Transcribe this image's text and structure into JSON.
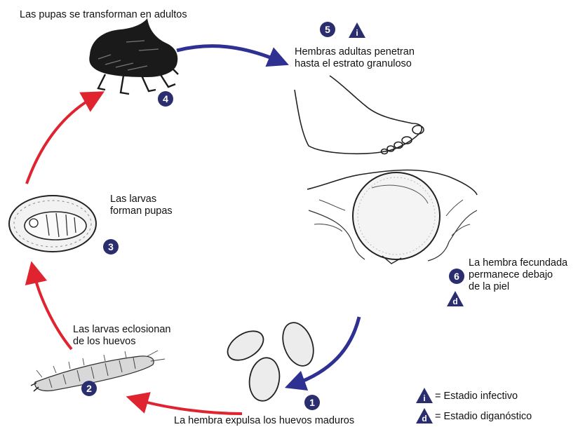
{
  "colors": {
    "badge": "#2b2e6e",
    "arrow_red": "#e0242f",
    "arrow_blue": "#2e3192"
  },
  "stages": {
    "s1": {
      "num": "1",
      "text": "La hembra expulsa los huevos maduros"
    },
    "s2": {
      "num": "2",
      "lines": [
        "Las larvas eclosionan",
        "de los huevos"
      ]
    },
    "s3": {
      "num": "3",
      "lines": [
        "Las larvas",
        "forman pupas"
      ]
    },
    "s4": {
      "num": "4",
      "text": "Las pupas se transforman en adultos"
    },
    "s5": {
      "num": "5",
      "marker": "i",
      "lines": [
        "Hembras adultas penetran",
        "hasta el estrato granuloso"
      ]
    },
    "s6": {
      "num": "6",
      "marker": "d",
      "lines": [
        "La hembra fecundada",
        "permanece debajo",
        "de la piel"
      ]
    }
  },
  "legend": {
    "infective": {
      "marker": "i",
      "label": "= Estadio infectivo"
    },
    "diagnostic": {
      "marker": "d",
      "label": "= Estadio diganóstico"
    }
  },
  "icons": [
    "flea-illustration",
    "foot-illustration",
    "embedded-flea-illustration",
    "eggs-illustration",
    "larva-illustration",
    "pupa-illustration"
  ]
}
